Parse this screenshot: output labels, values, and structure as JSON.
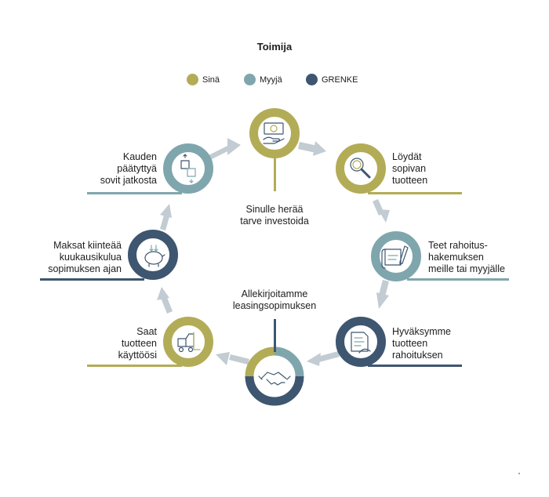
{
  "title": "Toimija",
  "legend": [
    {
      "label": "Sinä",
      "color": "#b3ac57"
    },
    {
      "label": "Myyjä",
      "color": "#7fa6ad"
    },
    {
      "label": "GRENKE",
      "color": "#3e5670"
    }
  ],
  "colors": {
    "arrow": "#c2ccd2",
    "inner": "#ffffff"
  },
  "steps": [
    {
      "id": "need",
      "label": "Sinulle herää\ntarve investoida",
      "actor": "Sinä",
      "icon": "money-hand-icon"
    },
    {
      "id": "find",
      "label": "Löydät\nsopivan\ntuotteen",
      "actor": "Sinä",
      "icon": "magnifier-icon"
    },
    {
      "id": "apply",
      "label": "Teet rahoitus-\nhakemuksen\nmeille tai myyjälle",
      "actor": "Myyjä",
      "icon": "application-form-icon"
    },
    {
      "id": "approve",
      "label": "Hyväksymme\ntuotteen\nrahoituksen",
      "actor": "GRENKE",
      "icon": "document-approval-icon"
    },
    {
      "id": "sign",
      "label": "Allekirjoitamme\nleasingsopimuksen",
      "actor": "Kaikki",
      "icon": "handshake-icon"
    },
    {
      "id": "use",
      "label": "Saat\ntuotteen\nkäyttöösi",
      "actor": "Sinä",
      "icon": "forklift-icon"
    },
    {
      "id": "pay",
      "label": "Maksat kiinteää\nkuukausikulua\nsopimuksen ajan",
      "actor": "GRENKE",
      "icon": "piggy-bank-icon"
    },
    {
      "id": "continue",
      "label": "Kauden\npäätyttyä\nsovit jatkosta",
      "actor": "Myyjä",
      "icon": "exchange-boxes-icon"
    }
  ]
}
